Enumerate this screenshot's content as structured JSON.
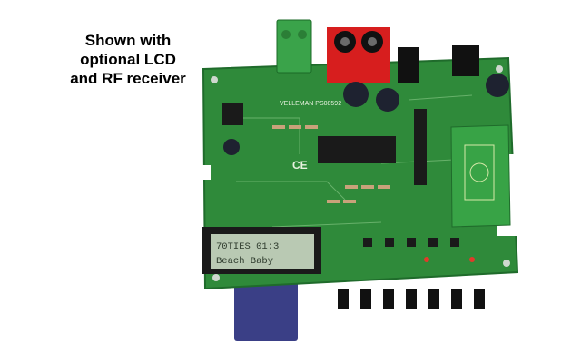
{
  "caption": {
    "line1": "Shown with",
    "line2": "optional LCD",
    "line3": "and RF receiver"
  },
  "board": {
    "brand_text": "VELLEMAN PS08592",
    "ce_mark": "CE"
  },
  "lcd": {
    "line1": "70TIES        01:3",
    "line2": "Beach Baby"
  },
  "colors": {
    "pcb": "#2f8a3a",
    "pcb_dark": "#1f6b2b",
    "lcd_bg": "#b9c9b3",
    "lcd_text": "#2d3a2c",
    "sd_card": "#3a3f86",
    "terminal": "#3aa34a",
    "rca": "#d71e1e"
  }
}
